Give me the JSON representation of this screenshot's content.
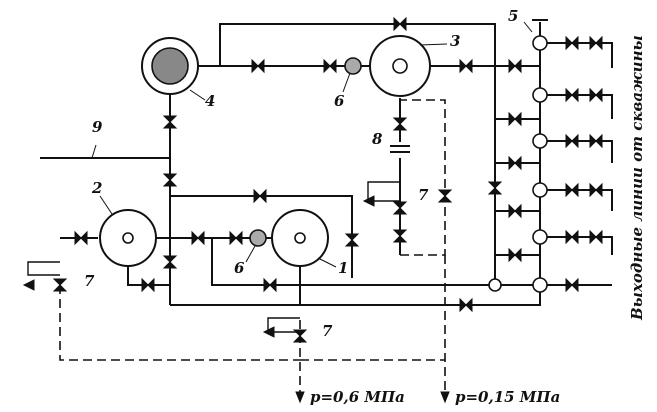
{
  "labels": {
    "n1": "1",
    "n2": "2",
    "n3": "3",
    "n4": "4",
    "n5": "5",
    "n6a": "6",
    "n6b": "6",
    "n7a": "7",
    "n7b": "7",
    "n7c": "7",
    "n8": "8",
    "n9": "9"
  },
  "pressure_labels": {
    "outlet_1": "p=0,6 МПа",
    "outlet_2": "p=0,15 МПа"
  },
  "side_label": "Выходные линии от скважины"
}
